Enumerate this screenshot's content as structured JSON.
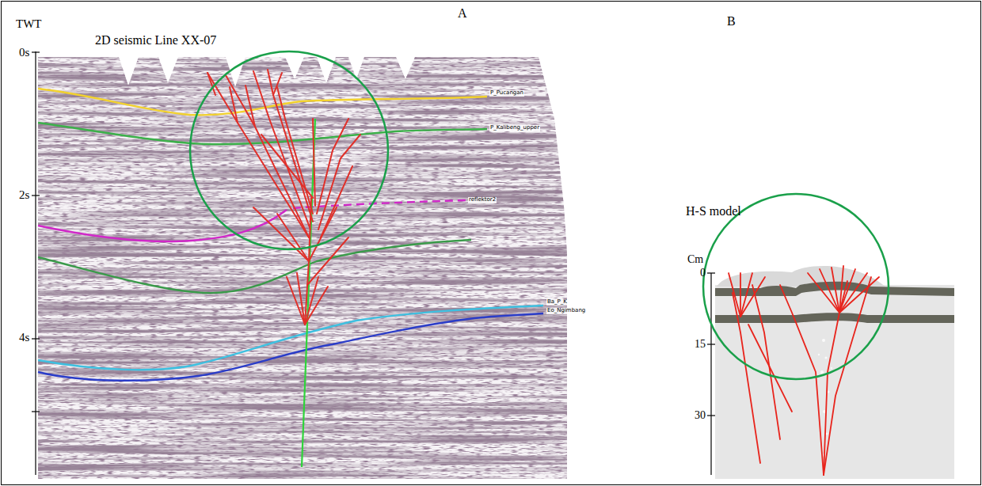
{
  "diagram": {
    "labels": [
      "A",
      "TWT",
      "2D seismic Line XX-07",
      "0s",
      "2s",
      "4s",
      "P_Pucangan",
      "P_Kalibeng_upper",
      "reflektor2",
      "Ba_P_K",
      "Eo_Ngimbang",
      "B",
      "H-S model",
      "Cm",
      "0",
      "15",
      "30"
    ]
  }
}
